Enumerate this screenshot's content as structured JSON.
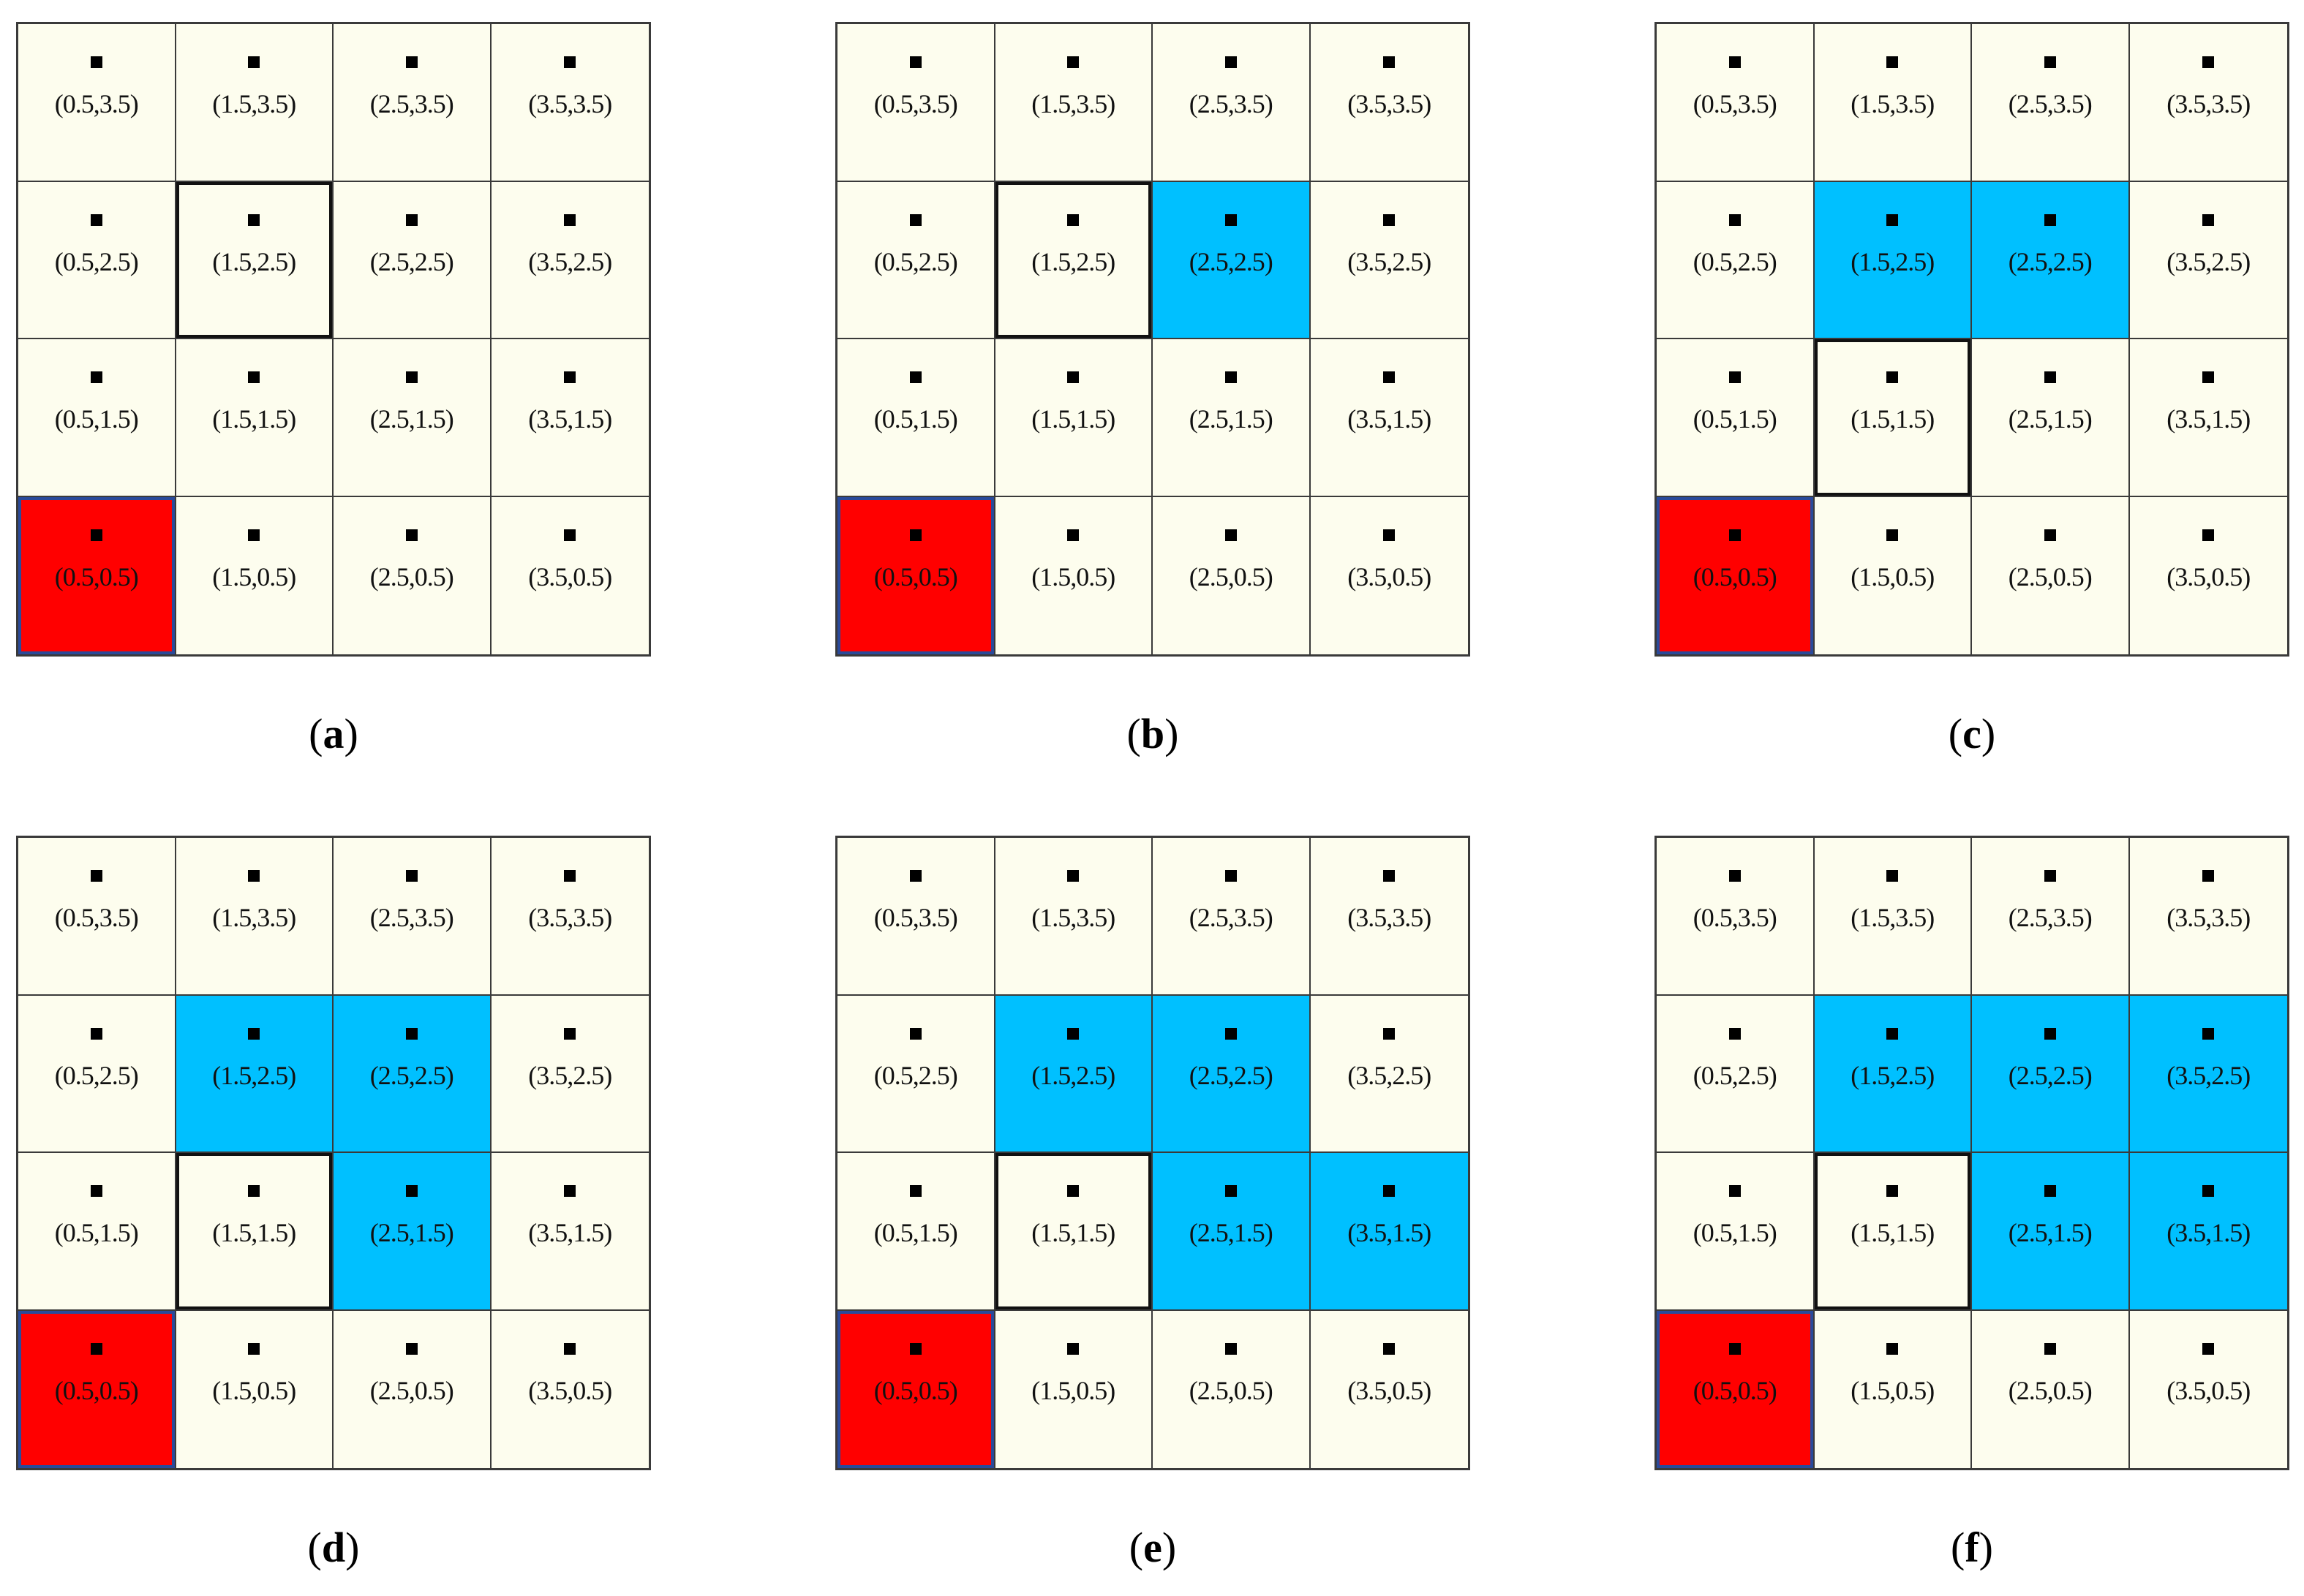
{
  "panels": [
    {
      "label_open": "(",
      "label": "a",
      "label_close": ")",
      "current": "1.5,2.5",
      "blue": []
    },
    {
      "label_open": "(",
      "label": "b",
      "label_close": ")",
      "current": "1.5,2.5",
      "blue": [
        "2.5,2.5"
      ]
    },
    {
      "label_open": "(",
      "label": "c",
      "label_close": ")",
      "current": "1.5,1.5",
      "blue": [
        "1.5,2.5",
        "2.5,2.5"
      ]
    },
    {
      "label_open": "(",
      "label": "d",
      "label_close": ")",
      "current": "1.5,1.5",
      "blue": [
        "1.5,2.5",
        "2.5,2.5",
        "2.5,1.5"
      ]
    },
    {
      "label_open": "(",
      "label": "e",
      "label_close": ")",
      "current": "1.5,1.5",
      "blue": [
        "1.5,2.5",
        "2.5,2.5",
        "2.5,1.5",
        "3.5,1.5"
      ]
    },
    {
      "label_open": "(",
      "label": "f",
      "label_close": ")",
      "current": "1.5,1.5",
      "blue": [
        "1.5,2.5",
        "2.5,2.5",
        "3.5,2.5",
        "2.5,1.5",
        "3.5,1.5"
      ]
    }
  ],
  "grid": {
    "x_values": [
      "0.5",
      "1.5",
      "2.5",
      "3.5"
    ],
    "y_values": [
      "3.5",
      "2.5",
      "1.5",
      "0.5"
    ],
    "origin": "0.5,0.5"
  },
  "colors": {
    "cell_background": "#fdfdee",
    "visited": "#00c0ff",
    "start": "#ff0000",
    "grid_line": "#3a3a3a"
  }
}
